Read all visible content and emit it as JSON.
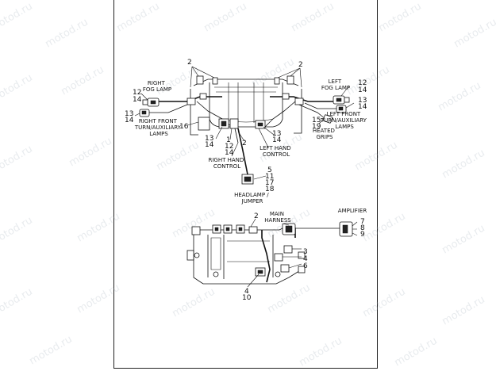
{
  "watermark": "motod.ru",
  "labels": {
    "right_fog_lamp": [
      "RIGHT",
      "FOG LAMP"
    ],
    "left_fog_lamp": [
      "LEFT",
      "FOG LAMP"
    ],
    "right_front_turn": [
      "RIGHT FRONT",
      "TURN/AUXILIARY",
      "LAMPS"
    ],
    "left_front_turn": [
      "LEFT FRONT",
      "TURN/AUXILIARY",
      "LAMPS"
    ],
    "heated_grips": [
      "HEATED",
      "GRIPS"
    ],
    "left_hand_control": [
      "LEFT HAND",
      "CONTROL"
    ],
    "right_hand_control": [
      "RIGHT HAND",
      "CONTROL"
    ],
    "headlamp_jumper": [
      "HEADLAMP /",
      "JUMPER"
    ],
    "main_harness": [
      "MAIN",
      "HARNESS"
    ],
    "amplifier": [
      "AMPLIFIER"
    ]
  },
  "numbers": {
    "n2_tl": "2",
    "n2_tr": "2",
    "n12_rfog": "12",
    "n14_rfog": "14",
    "n12_lfog": "12",
    "n14_lfog": "14",
    "n13_rturn": "13",
    "n14_rturn": "14",
    "n13_lturn": "13",
    "n14_lturn": "14",
    "n16": "16",
    "n15": "15",
    "n19": "19",
    "n13_rl": "13",
    "n14_rl": "14",
    "n1": "1",
    "n12_c": "12",
    "n14_c": "14",
    "n2_c": "2",
    "n13_rr": "13",
    "n14_rr": "14",
    "n5": "5",
    "n11": "11",
    "n17": "17",
    "n18": "18",
    "n2_main": "2",
    "n7": "7",
    "n8": "8",
    "n9": "9",
    "n3": "3",
    "n4_r": "4",
    "n6": "6",
    "n4_b": "4",
    "n10": "10"
  }
}
